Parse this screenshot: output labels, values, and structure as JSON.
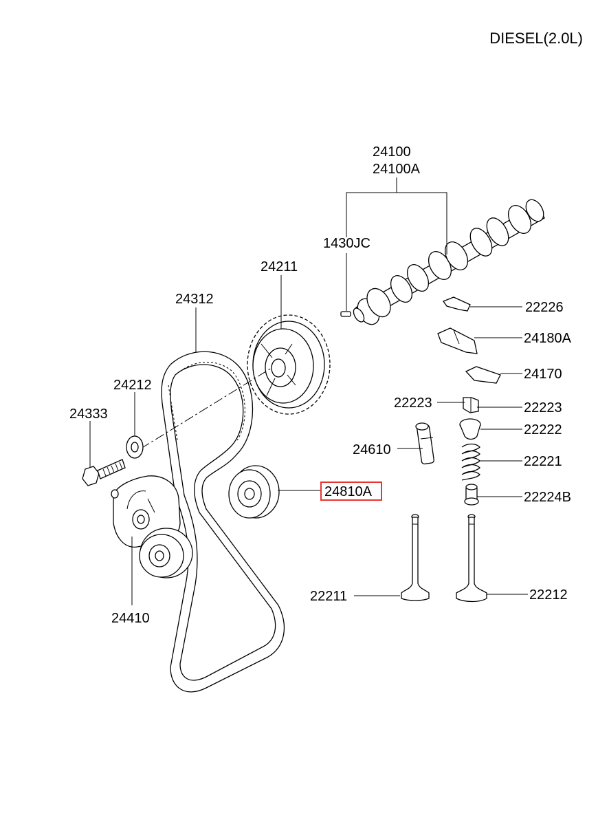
{
  "title": "DIESEL(2.0L)",
  "parts": {
    "camshaft": "24100",
    "camshaft_alt": "24100A",
    "pin": "1430JC",
    "sprocket": "24211",
    "timing_belt": "24312",
    "washer": "24212",
    "bolt": "24333",
    "idler_pulley": "24810A",
    "tensioner": "24410",
    "clip": "22226",
    "rocker_arm": "24180A",
    "rocker_arm_small": "24170",
    "cotter_left": "22223",
    "cotter_right": "22223",
    "retainer": "22222",
    "lash_adjuster": "24610",
    "spring": "22221",
    "stem_seal": "22224B",
    "intake_valve": "22211",
    "exhaust_valve": "22212"
  },
  "highlighted_part": "24810A",
  "colors": {
    "highlight": "#e8342f",
    "ink": "#000000",
    "background": "#ffffff"
  }
}
